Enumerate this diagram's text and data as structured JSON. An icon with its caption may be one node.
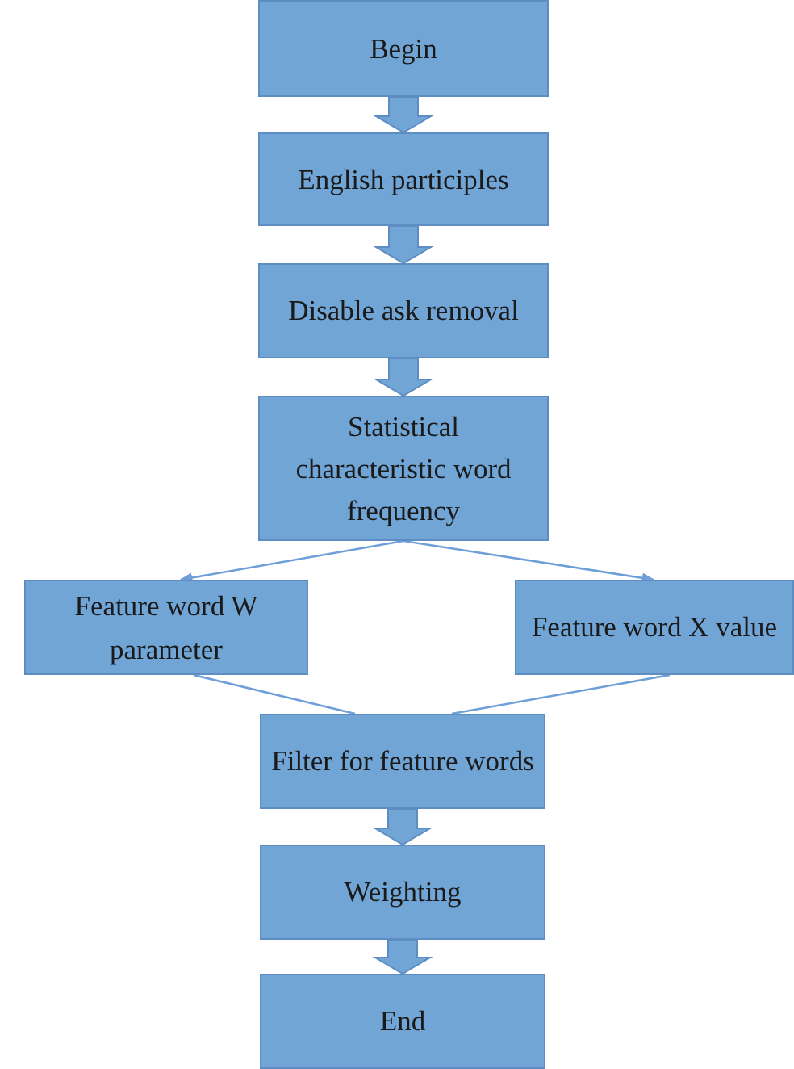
{
  "diagram": {
    "nodes": [
      {
        "text": [
          "Begin"
        ]
      },
      {
        "text": [
          "English participles"
        ]
      },
      {
        "text": [
          "Disable ask removal"
        ]
      },
      {
        "text": [
          "Statistical characteristic word frequency"
        ]
      },
      {
        "text": [
          "Feature word W parameter"
        ]
      },
      {
        "text": [
          "Feature word X value"
        ]
      },
      {
        "text": [
          "Filter for feature words"
        ]
      },
      {
        "text": [
          "Weighting"
        ]
      },
      {
        "text": [
          "End"
        ]
      }
    ],
    "edges": [
      {
        "from": 0,
        "to": 1,
        "arrow": "to",
        "style": "thick"
      },
      {
        "from": 1,
        "to": 2,
        "arrow": "to",
        "style": "thick"
      },
      {
        "from": 2,
        "to": 3,
        "arrow": "to",
        "style": "thick"
      },
      {
        "from": 3,
        "to": 4,
        "arrow": "to"
      },
      {
        "from": 3,
        "to": 5,
        "arrow": "to"
      },
      {
        "from": 4,
        "to": 6,
        "arrow": "none"
      },
      {
        "from": 5,
        "to": 6,
        "arrow": "none"
      },
      {
        "from": 6,
        "to": 7,
        "arrow": "to",
        "style": "thick"
      },
      {
        "from": 7,
        "to": 8,
        "arrow": "to",
        "style": "thick"
      }
    ]
  }
}
